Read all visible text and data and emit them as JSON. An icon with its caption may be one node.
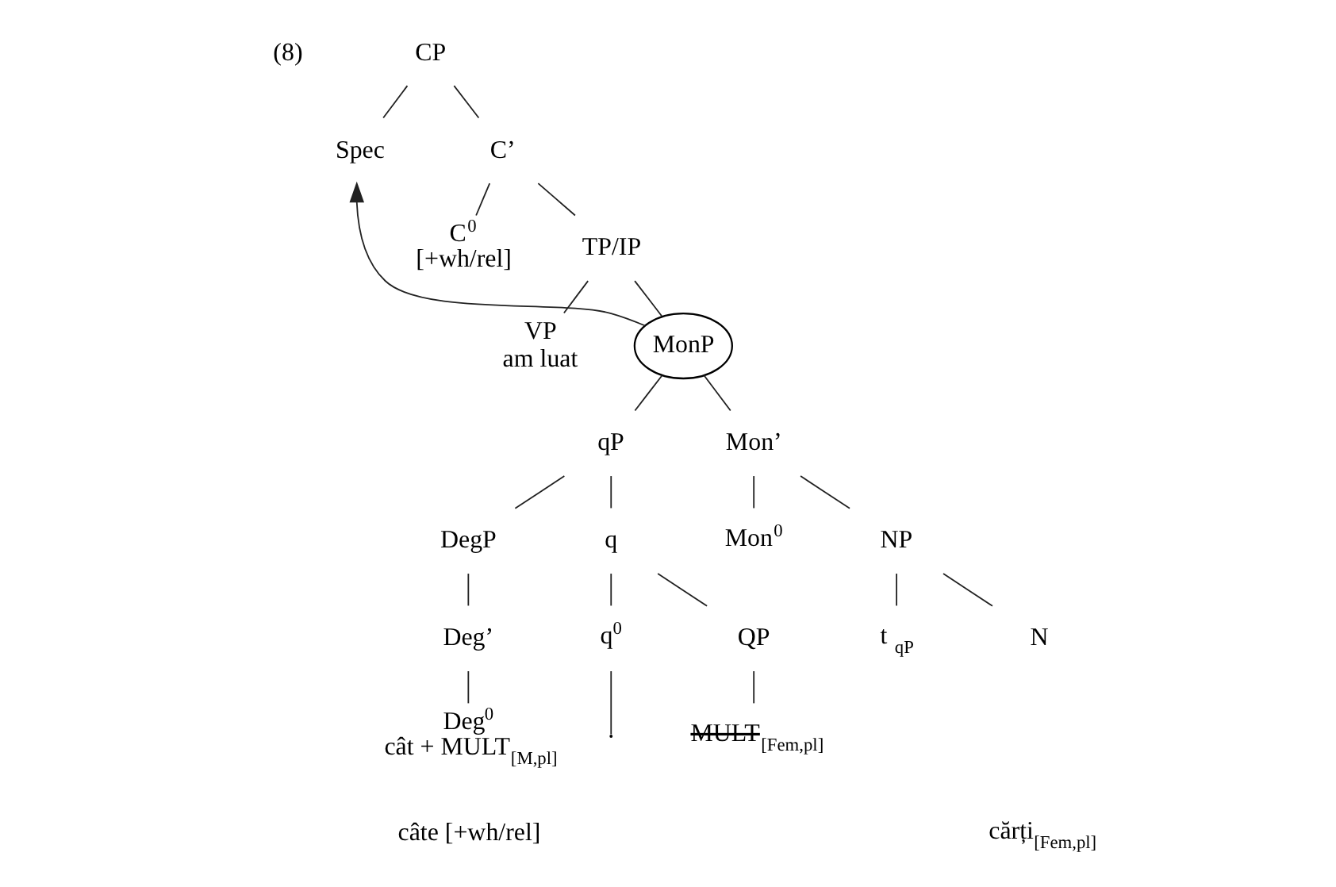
{
  "diagram": {
    "nodes": [
      {
        "text": [
          "CP"
        ]
      },
      {
        "text": [
          "Spec"
        ]
      },
      {
        "text": [
          "C’"
        ]
      },
      {
        "text": [
          "C$^{0}$",
          "[+wh/rel]"
        ]
      },
      {
        "text": [
          "TP/IP"
        ]
      },
      {
        "text": [
          "VP",
          "am luat"
        ]
      },
      {
        "text": [
          "MonP"
        ]
      },
      {
        "text": [
          "qP"
        ]
      },
      {
        "text": [
          "Mon’"
        ]
      },
      {
        "text": [
          "DegP"
        ]
      },
      {
        "text": [
          "q"
        ]
      },
      {
        "text": [
          "Mon$^{0}$"
        ]
      },
      {
        "text": [
          "NP"
        ]
      },
      {
        "text": [
          "Deg’"
        ]
      },
      {
        "text": [
          "q$^{0}$"
        ]
      },
      {
        "text": [
          "QP"
        ]
      },
      {
        "text": [
          "t $_{qP}$"
        ]
      },
      {
        "text": [
          "N"
        ]
      },
      {
        "text": [
          "Deg$^{0}$",
          "cât + MULT$_{[M,pl]}$"
        ]
      },
      {
        "text": [
          "MULT$_{[Fem,pl]}$"
        ]
      },
      {
        "text": [
          "cărți$_{[Fem,pl]}$"
        ]
      }
    ],
    "edges": [
      {
        "from": 0,
        "to": 1,
        "arrow": "none"
      },
      {
        "from": 0,
        "to": 2,
        "arrow": "none"
      },
      {
        "from": 2,
        "to": 3,
        "arrow": "none"
      },
      {
        "from": 2,
        "to": 4,
        "arrow": "none"
      },
      {
        "from": 4,
        "to": 5,
        "arrow": "none"
      },
      {
        "from": 4,
        "to": 6,
        "arrow": "none"
      },
      {
        "from": 6,
        "to": 7,
        "arrow": "none"
      },
      {
        "from": 6,
        "to": 8,
        "arrow": "none"
      },
      {
        "from": 7,
        "to": 9,
        "arrow": "none"
      },
      {
        "from": 7,
        "to": 10,
        "arrow": "none"
      },
      {
        "from": 8,
        "to": 11,
        "arrow": "none"
      },
      {
        "from": 8,
        "to": 12,
        "arrow": "none"
      },
      {
        "from": 9,
        "to": 13,
        "arrow": "none"
      },
      {
        "from": 10,
        "to": 14,
        "arrow": "none"
      },
      {
        "from": 10,
        "to": 15,
        "arrow": "none"
      },
      {
        "from": 12,
        "to": 16,
        "arrow": "none"
      },
      {
        "from": 12,
        "to": 17,
        "arrow": "none"
      },
      {
        "from": 13,
        "to": 18,
        "arrow": "none"
      },
      {
        "from": 14,
        "to": null,
        "arrow": "none"
      },
      {
        "from": 15,
        "to": 19,
        "arrow": "none"
      },
      {
        "from": 6,
        "to": 1,
        "arrow": "to"
      }
    ],
    "labels": [
      "(8)",
      "câte [+wh/rel]"
    ]
  }
}
